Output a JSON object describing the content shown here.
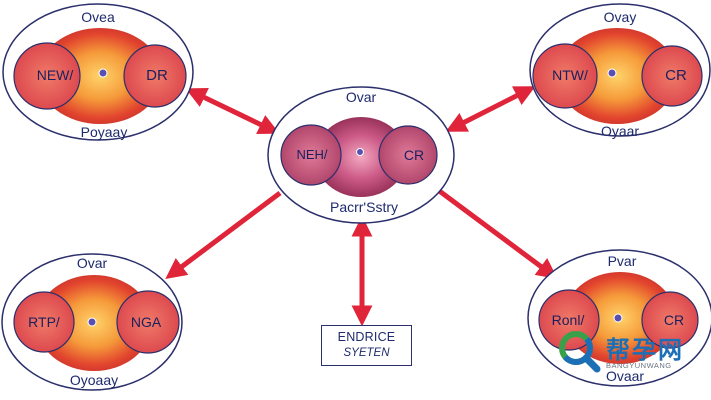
{
  "nodes": {
    "top_left": {
      "title": "Ovea",
      "left_text": "NEW/",
      "right_text": "DR",
      "bottom_text": "Poyaay"
    },
    "top_right": {
      "title": "Ovay",
      "left_text": "NTW/",
      "right_text": "CR",
      "bottom_text": "Oyaar"
    },
    "center": {
      "title": "Ovar",
      "left_text": "NEH/",
      "right_text": "CR",
      "bottom_text": "Pacrr'Sstry"
    },
    "bottom_left": {
      "title": "Ovar",
      "left_text": "RTP/",
      "right_text": "NGA",
      "bottom_text": "Oyoaay"
    },
    "bottom_right": {
      "title": "Pvar",
      "left_text": "Ronl/",
      "right_text": "CR",
      "bottom_text": "Ovaar"
    }
  },
  "system_box": {
    "line1": "ENDRICE",
    "line2": "SYETEN"
  },
  "watermark": {
    "cn": "帮孕网",
    "en": "BANGYUNWANG"
  },
  "colors": {
    "arrow": "#e0243a",
    "ring": "#2b2f6b",
    "warm_core": "#f08a3c",
    "pink_core": "#b84a72"
  }
}
